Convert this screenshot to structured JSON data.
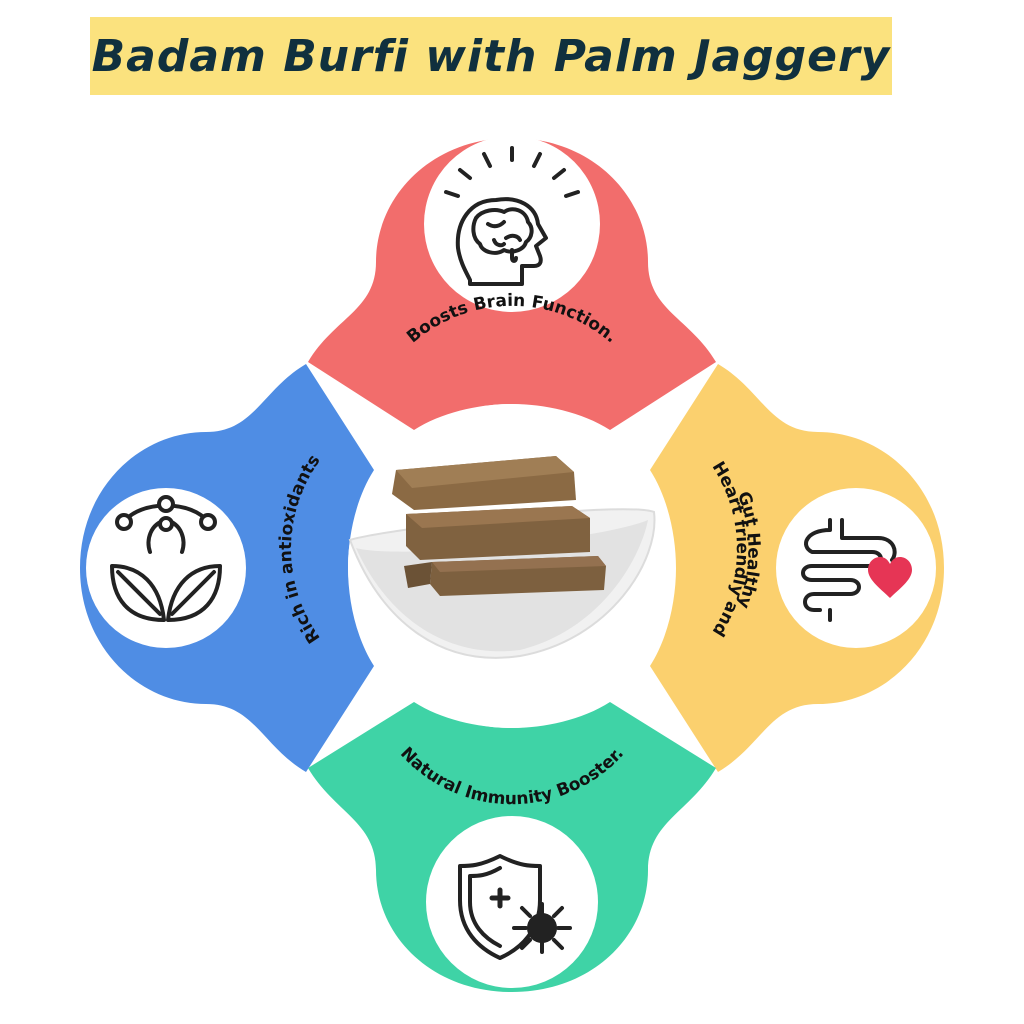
{
  "title": "Badam Burfi with Palm Jaggery",
  "colors": {
    "banner": "#fbe27e",
    "title_text": "#10303e",
    "top": "#f26d6c",
    "left": "#4f8de4",
    "right": "#fbd06e",
    "bottom": "#3fd3a6",
    "heart": "#e63555",
    "icon_stroke": "#222222"
  },
  "benefits": {
    "top": {
      "label": "Boosts Brain Function.",
      "icon": "brain-head-icon"
    },
    "left": {
      "label": "Rich in antioxidants",
      "icon": "leaf-molecule-icon"
    },
    "right": {
      "label_line1": "Heart friendly and",
      "label_line2": "Gut Healthy",
      "icon": "intestine-heart-icon"
    },
    "bottom": {
      "label": "Natural Immunity Booster.",
      "icon": "shield-virus-icon"
    }
  },
  "center": {
    "icon": "burfi-bowl-image"
  }
}
